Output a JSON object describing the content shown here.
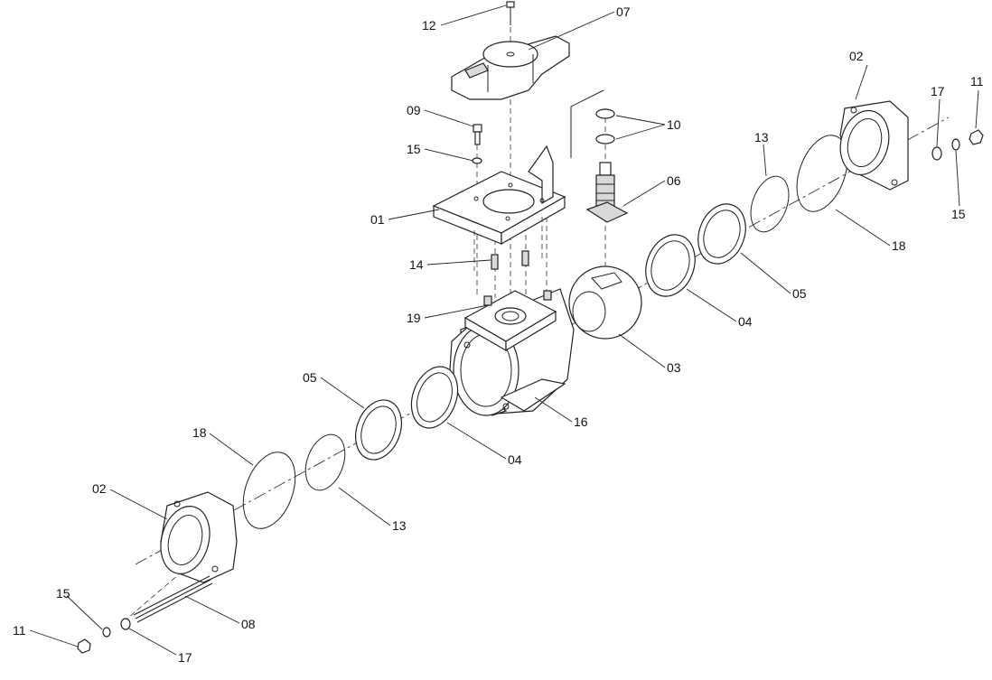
{
  "labels": {
    "p01": "01",
    "p02a": "02",
    "p02b": "02",
    "p03": "03",
    "p04a": "04",
    "p04b": "04",
    "p05a": "05",
    "p05b": "05",
    "p06": "06",
    "p07": "07",
    "p08": "08",
    "p09": "09",
    "p10": "10",
    "p11a": "11",
    "p11b": "11",
    "p12": "12",
    "p13a": "13",
    "p13b": "13",
    "p14": "14",
    "p15a": "15",
    "p15b": "15",
    "p15c": "15",
    "p16": "16",
    "p17a": "17",
    "p17b": "17",
    "p18a": "18",
    "p18b": "18",
    "p19": "19"
  }
}
